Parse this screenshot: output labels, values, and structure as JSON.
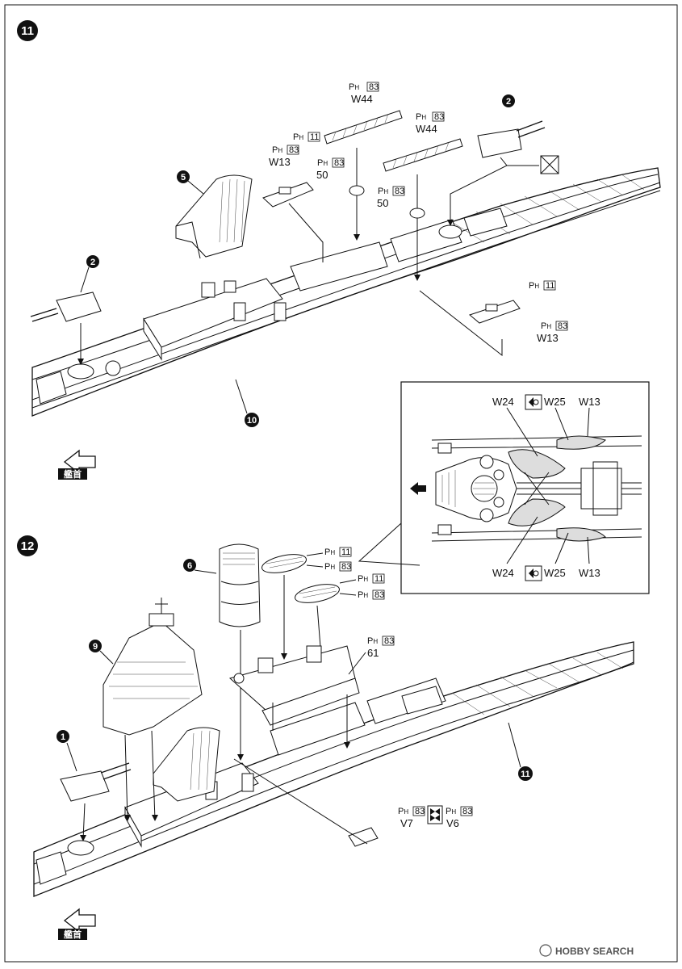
{
  "steps": [
    {
      "number": "11"
    },
    {
      "number": "12"
    }
  ],
  "bow_label": "艦首",
  "step11": {
    "part_numbers": [
      "5",
      "2",
      "2",
      "10"
    ],
    "labels": {
      "w44_a": "W44",
      "ph83_a": "83",
      "w44_b": "W44",
      "ph83_b": "83",
      "ph11_a": "11",
      "ph83_c": "83",
      "w13_a": "W13",
      "ph83_d": "83",
      "n50_a": "50",
      "ph83_e": "83",
      "n50_b": "50",
      "ph11_b": "11",
      "ph83_f": "83",
      "w13_b": "W13"
    }
  },
  "detail_inset": {
    "w24_top": "W24",
    "w25_top": "W25",
    "w13_top": "W13",
    "w24_bot": "W24",
    "w25_bot": "W25",
    "w13_bot": "W13"
  },
  "step12": {
    "part_numbers": [
      "6",
      "9",
      "1",
      "11"
    ],
    "labels": {
      "ph11_a": "11",
      "ph83_a": "83",
      "ph11_b": "11",
      "ph83_b": "83",
      "ph83_c": "83",
      "n61": "61",
      "ph83_d": "83",
      "v7": "V7",
      "ph83_e": "83",
      "v6": "V6"
    }
  },
  "watermark": "HOBBY SEARCH",
  "colors": {
    "ink": "#111111",
    "paper": "#ffffff",
    "shade": "#dddddd"
  }
}
